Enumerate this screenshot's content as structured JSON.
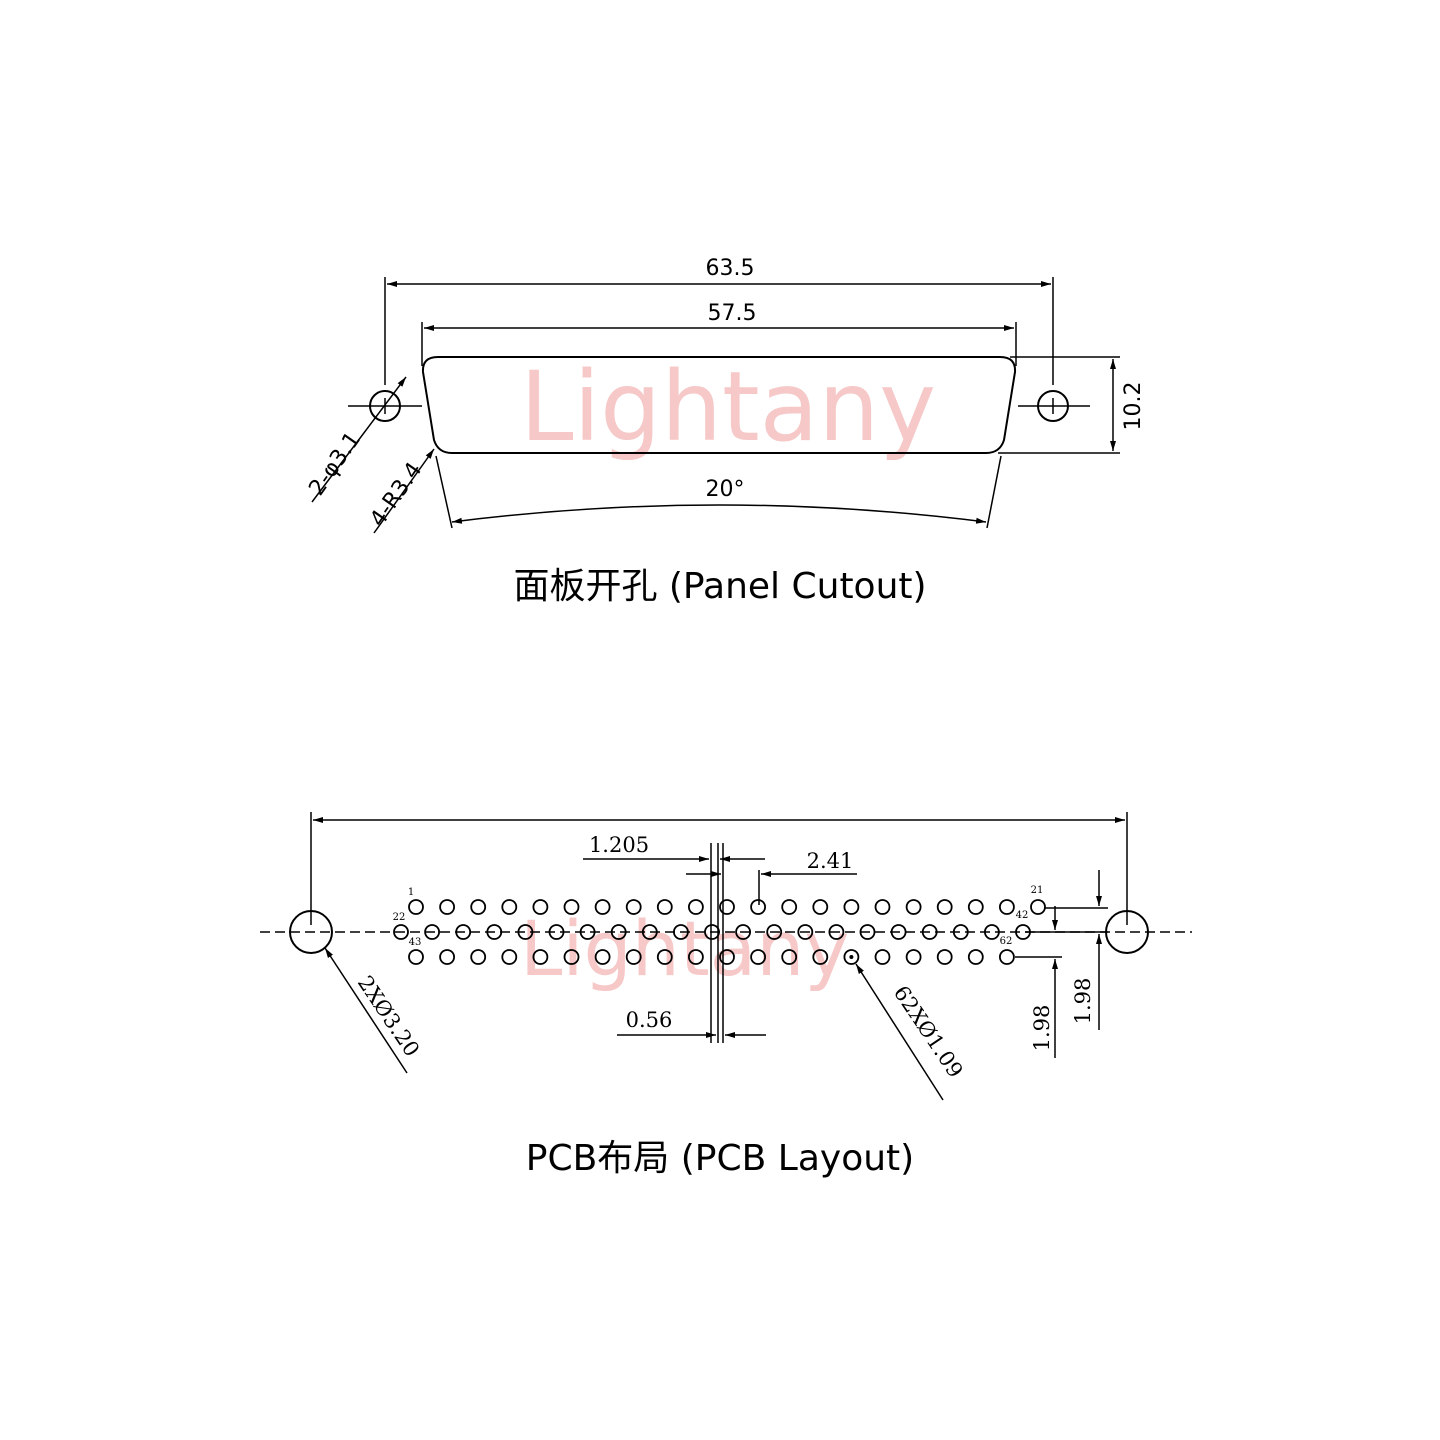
{
  "watermark": "Lightany",
  "colors": {
    "line": "#000000",
    "watermark": "#f6c8c8",
    "background": "#ffffff"
  },
  "panel": {
    "title": "面板开孔 (Panel Cutout)",
    "dim_overall": "63.5",
    "dim_inner": "57.5",
    "dim_height": "10.2",
    "dim_angle": "20°",
    "dim_holes": "2-φ3.1",
    "dim_radius": "4-R3.4"
  },
  "pcb": {
    "title": "PCB布局 (PCB Layout)",
    "dim_1205": "1.205",
    "dim_241": "2.41",
    "dim_056": "0.56",
    "dim_198_left": "1.98",
    "dim_198_right": "1.98",
    "dim_mount": "2XØ3.20",
    "dim_pins": "62XØ1.09",
    "pin_labels": {
      "p1": "1",
      "p21": "21",
      "p22": "22",
      "p42": "42",
      "p43": "43",
      "p62": "62"
    },
    "rows": [
      {
        "name": "row-1",
        "count": 21
      },
      {
        "name": "row-2",
        "count": 21
      },
      {
        "name": "row-3",
        "count": 20
      }
    ]
  }
}
